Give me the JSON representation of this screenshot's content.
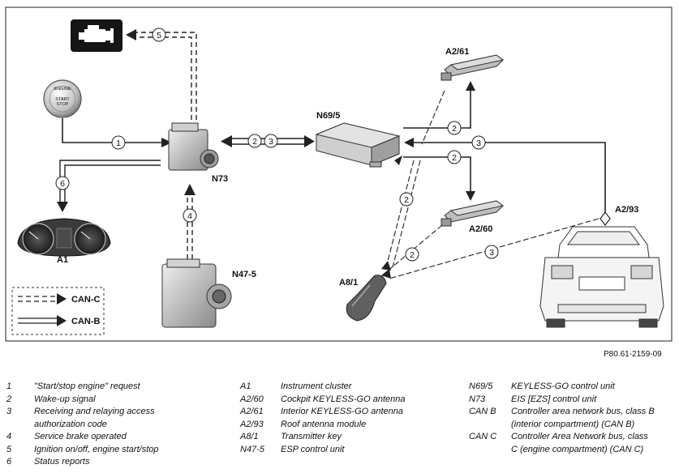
{
  "components": {
    "a2_61": "A2/61",
    "n69_5": "N69/5",
    "n73": "N73",
    "a2_60": "A2/60",
    "a2_93": "A2/93",
    "a1": "A1",
    "n47_5": "N47-5",
    "a8_1": "A8/1"
  },
  "start_button": {
    "line1": "ENGINE",
    "line2": "START",
    "line3": "STOP"
  },
  "arrow_numbers": {
    "n1": "1",
    "n2": "2",
    "n3": "3",
    "n4": "4",
    "n5": "5",
    "n6": "6"
  },
  "bus_legend": {
    "can_c": "CAN-C",
    "can_b": "CAN-B"
  },
  "figure_code": "P80.61-2159-09",
  "legend": {
    "col1": [
      {
        "key": "1",
        "text": "\"Start/stop engine\" request"
      },
      {
        "key": "2",
        "text": "Wake-up signal"
      },
      {
        "key": "3",
        "text": "Receiving and relaying access"
      },
      {
        "key": "",
        "text": "authorization code"
      },
      {
        "key": "4",
        "text": "Service brake operated"
      },
      {
        "key": "5",
        "text": "Ignition on/off, engine start/stop"
      },
      {
        "key": "6",
        "text": "Status reports"
      }
    ],
    "col2": [
      {
        "key": "A1",
        "text": "Instrument cluster"
      },
      {
        "key": "A2/60",
        "text": "Cockpit KEYLESS-GO antenna"
      },
      {
        "key": "A2/61",
        "text": "Interior KEYLESS-GO antenna"
      },
      {
        "key": "A2/93",
        "text": "Roof antenna module"
      },
      {
        "key": "A8/1",
        "text": "Transmitter key"
      },
      {
        "key": "N47-5",
        "text": "ESP control unit"
      }
    ],
    "col3": [
      {
        "key": "N69/5",
        "text": "KEYLESS-GO control unit"
      },
      {
        "key": "N73",
        "text": "EIS [EZS] control unit"
      },
      {
        "key": "",
        "text": ""
      },
      {
        "key": "CAN B",
        "text": "Controller area network bus, class B"
      },
      {
        "key": "",
        "text": "(interior compartment) (CAN B)"
      },
      {
        "key": "CAN C",
        "text": "Controller Area Network bus, class"
      },
      {
        "key": "",
        "text": "C (engine compartment) (CAN C)"
      }
    ]
  }
}
